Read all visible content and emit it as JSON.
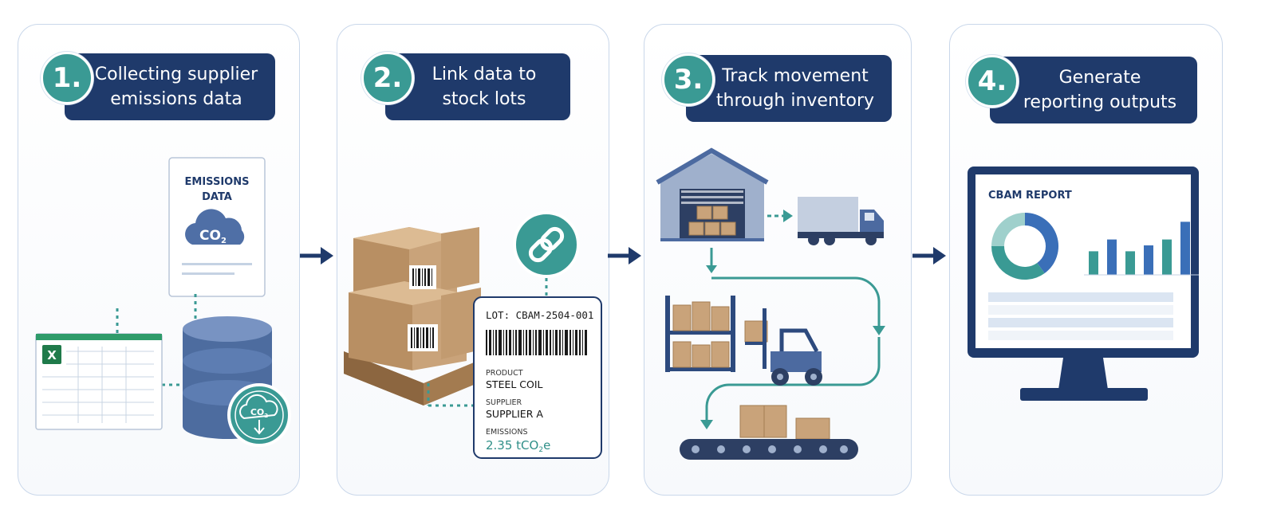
{
  "colors": {
    "navy": "#1f3a6b",
    "teal": "#3a9a94",
    "panel_border": "#c9d7ea",
    "cardboard": "#c9a37a",
    "steel_blue": "#5677a8"
  },
  "steps": [
    {
      "number": "1.",
      "title_line1": "Collecting supplier",
      "title_line2": "emissions data"
    },
    {
      "number": "2.",
      "title_line1": "Link data to",
      "title_line2": "stock lots"
    },
    {
      "number": "3.",
      "title_line1": "Track movement",
      "title_line2": "through inventory"
    },
    {
      "number": "4.",
      "title_line1": "Generate",
      "title_line2": "reporting outputs"
    }
  ],
  "step1": {
    "doc_title_line1": "EMISSIONS",
    "doc_title_line2": "DATA",
    "co2_label": "CO",
    "co2_subscript": "2",
    "badge_co2": "CO",
    "badge_sub": "2",
    "spreadsheet_icon": "excel-icon",
    "database_icon": "database-icon"
  },
  "step2": {
    "lot_label": "LOT: CBAM-2504-001",
    "product_caption": "PRODUCT",
    "product_value": "STEEL COIL",
    "supplier_caption": "SUPPLIER",
    "supplier_value": "SUPPLIER A",
    "emissions_caption": "EMISSIONS",
    "emissions_value": "2.35 tCO",
    "emissions_sub": "2",
    "emissions_suffix": "e",
    "link_icon": "chain-link-icon"
  },
  "step3": {
    "icons": [
      "warehouse-icon",
      "truck-icon",
      "storage-rack-icon",
      "forklift-icon",
      "conveyor-icon"
    ]
  },
  "step4": {
    "report_title": "CBAM REPORT",
    "monitor_icon": "monitor-icon",
    "chart_data": {
      "type": "bar",
      "values": [
        4,
        6,
        4,
        5,
        6,
        9
      ],
      "ylim": [
        0,
        10
      ]
    },
    "donut": {
      "type": "pie",
      "values": [
        40,
        35,
        25
      ]
    }
  }
}
